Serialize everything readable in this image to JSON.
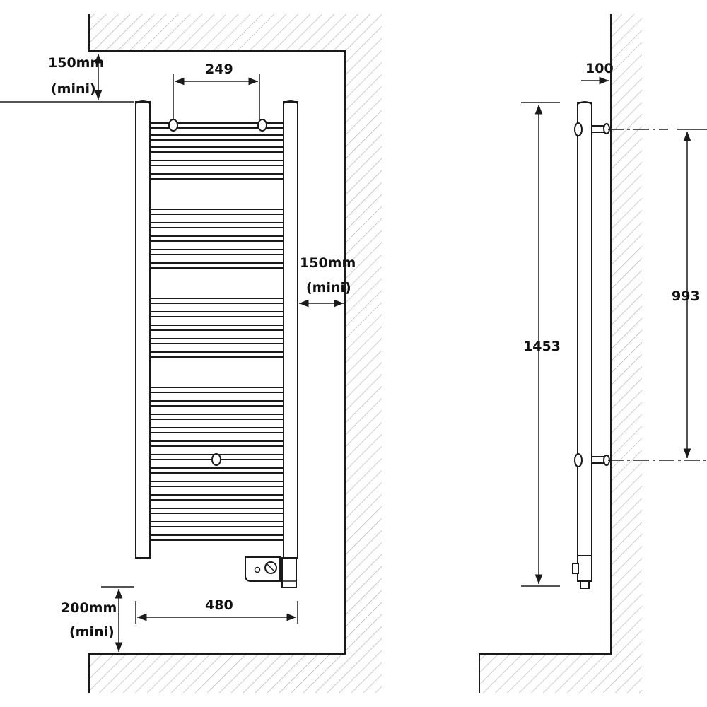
{
  "front_view": {
    "top_clearance": "150mm",
    "top_clearance_note": "(mini)",
    "bracket_spacing": "249",
    "side_clearance": "150mm",
    "side_clearance_note": "(mini)",
    "floor_clearance": "200mm",
    "floor_clearance_note": "(mini)",
    "width": "480"
  },
  "side_view": {
    "wall_offset": "100",
    "height": "1453",
    "bracket_vertical_spacing": "993"
  },
  "colors": {
    "line": "#1a1a1a",
    "hatch": "#b0b0b0",
    "background": "#ffffff"
  }
}
